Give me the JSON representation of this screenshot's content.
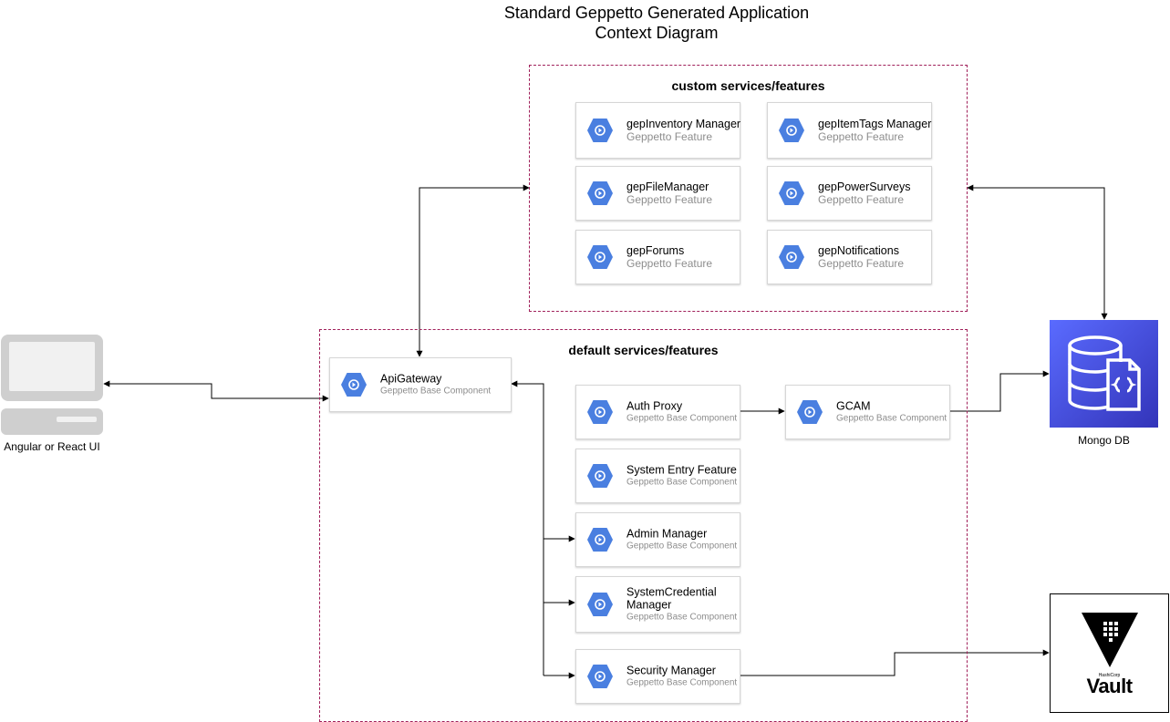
{
  "diagram": {
    "title_line1": "Standard Geppetto Generated Application",
    "title_line2": "Context Diagram"
  },
  "groups": {
    "custom": "custom services/features",
    "default": "default services/features"
  },
  "custom_cards": [
    {
      "name": "gepInventory Manager",
      "type": "Geppetto Feature"
    },
    {
      "name": "gepItemTags Manager",
      "type": "Geppetto Feature"
    },
    {
      "name": "gepFileManager",
      "type": "Geppetto Feature"
    },
    {
      "name": "gepPowerSurveys",
      "type": "Geppetto Feature"
    },
    {
      "name": "gepForums",
      "type": "Geppetto Feature"
    },
    {
      "name": "gepNotifications",
      "type": "Geppetto Feature"
    }
  ],
  "default_cards": [
    {
      "name": "ApiGateway",
      "type": "Geppetto Base Component"
    },
    {
      "name": "Auth Proxy",
      "type": "Geppetto Base Component"
    },
    {
      "name": "GCAM",
      "type": "Geppetto Base Component"
    },
    {
      "name": "System Entry Feature",
      "type": "Geppetto Base Component"
    },
    {
      "name": "Admin Manager",
      "type": "Geppetto Base Component"
    },
    {
      "name": "SystemCredential Manager",
      "type": "Geppetto Base Component"
    },
    {
      "name": "Security Manager",
      "type": "Geppetto Base Component"
    }
  ],
  "external": {
    "ui_label": "Angular or React UI",
    "db_label": "Mongo DB",
    "vault_corp": "HashiCorp",
    "vault_word": "Vault"
  },
  "icons": {
    "service": "gcp-service-hex-icon",
    "ui": "desktop-computer-icon",
    "db": "database-document-icon",
    "vault": "vault-triangle-logo"
  },
  "colors": {
    "group_border": "#a0205a",
    "service_icon": "#4a7fe0",
    "db_bg": "#3b48cc"
  }
}
